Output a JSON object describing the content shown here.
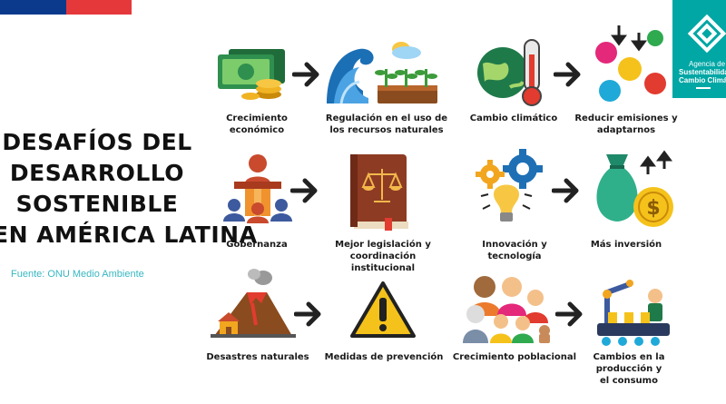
{
  "title_lines": [
    "DESAFÍOS DEL",
    "DESARROLLO",
    "SOSTENIBLE",
    "EN AMÉRICA LATINA"
  ],
  "source": "Fuente: ONU Medio Ambiente",
  "agency": {
    "line1": "Agencia de",
    "line2": "Sustentabilidad y",
    "line3": "Cambio Climático"
  },
  "items": [
    {
      "label": "Crecimiento económico",
      "icon": "money-icon"
    },
    {
      "label": "Regulación en el uso de\nlos recursos naturales",
      "icon": "wave-plants-icon"
    },
    {
      "label": "Cambio climático",
      "icon": "earth-thermometer-icon"
    },
    {
      "label": "Reducir emisiones y\nadaptarnos",
      "icon": "emissions-icon"
    },
    {
      "label": "Gobernanza",
      "icon": "podium-icon"
    },
    {
      "label": "Mejor legislación y\ncoordinación institucional",
      "icon": "law-book-icon"
    },
    {
      "label": "Innovación y\ntecnología",
      "icon": "lightbulb-gears-icon"
    },
    {
      "label": "Más inversión",
      "icon": "money-bag-icon"
    },
    {
      "label": "Desastres naturales",
      "icon": "volcano-icon"
    },
    {
      "label": "Medidas de prevención",
      "icon": "warning-icon"
    },
    {
      "label": "Crecimiento poblacional",
      "icon": "family-icon"
    },
    {
      "label": "Cambios en la\nproducción y\nel consumo",
      "icon": "factory-icon"
    }
  ],
  "colors": {
    "flag_blue": "#0b3a8c",
    "flag_red": "#e5383b",
    "agency": "#00a7a5",
    "source_text": "#38b7c2"
  }
}
